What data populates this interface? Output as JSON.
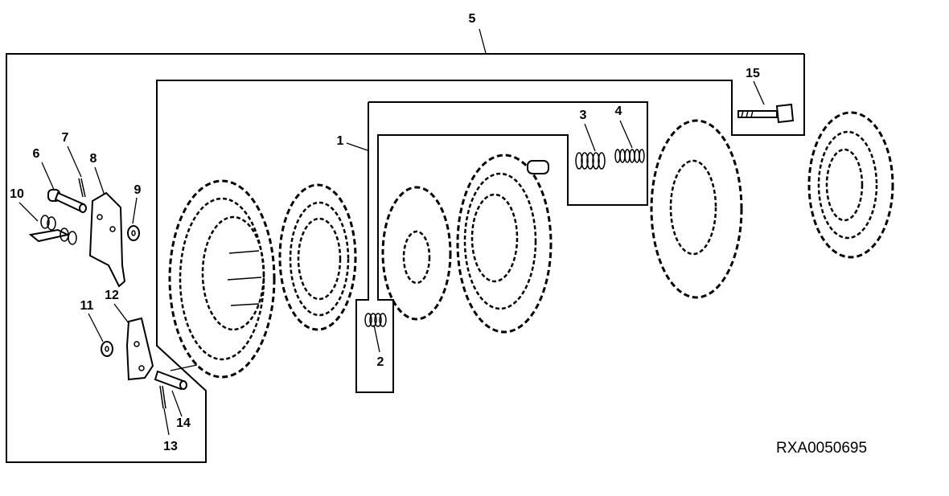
{
  "diagram": {
    "reference_code": "RXA0050695",
    "callouts": {
      "c1": "1",
      "c2": "2",
      "c3": "3",
      "c4": "4",
      "c5": "5",
      "c6": "6",
      "c7": "7",
      "c8": "8",
      "c9": "9",
      "c10": "10",
      "c11": "11",
      "c12": "12",
      "c13": "13",
      "c14": "14",
      "c15": "15"
    }
  }
}
